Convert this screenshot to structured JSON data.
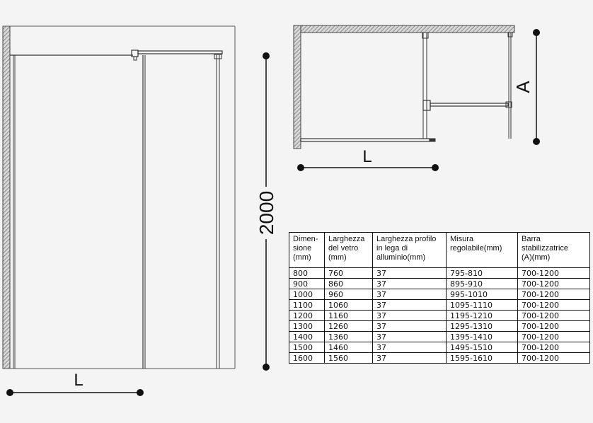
{
  "dimensions": {
    "front_width_label": "L",
    "height_label": "2000",
    "plan_width_label": "L",
    "plan_depth_label": "A"
  },
  "table": {
    "headers": [
      "Dimen-\nsione\n(mm)",
      "Larghezza\ndel vetro\n(mm)",
      "Larghezza profilo\nin lega di\nalluminio(mm)",
      "Misura\nregolabile(mm)",
      "Barra\nstabilizzatrice\n(A)(mm)"
    ],
    "rows": [
      [
        "800",
        "760",
        "37",
        "795-810",
        "700-1200"
      ],
      [
        "900",
        "860",
        "37",
        "895-910",
        "700-1200"
      ],
      [
        "1000",
        "960",
        "37",
        "995-1010",
        "700-1200"
      ],
      [
        "1100",
        "1060",
        "37",
        "1095-1110",
        "700-1200"
      ],
      [
        "1200",
        "1160",
        "37",
        "1195-1210",
        "700-1200"
      ],
      [
        "1300",
        "1260",
        "37",
        "1295-1310",
        "700-1200"
      ],
      [
        "1400",
        "1360",
        "37",
        "1395-1410",
        "700-1200"
      ],
      [
        "1500",
        "1460",
        "37",
        "1495-1510",
        "700-1200"
      ],
      [
        "1600",
        "1560",
        "37",
        "1595-1610",
        "700-1200"
      ]
    ]
  }
}
